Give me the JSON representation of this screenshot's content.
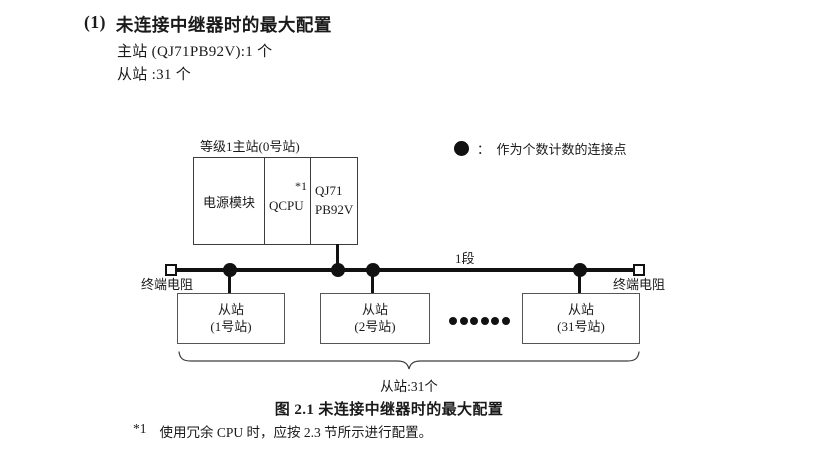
{
  "colors": {
    "ink": "#1a1a1a",
    "line": "#111111",
    "box_border": "#3c3c3c",
    "background": "#ffffff"
  },
  "heading": {
    "number": "(1)",
    "title": "未连接中继器时的最大配置"
  },
  "intro": {
    "master_line": "主站 (QJ71PB92V):1 个",
    "slave_line": "从站 :31 个"
  },
  "diagram": {
    "master_station": {
      "label": "等级1主站(0号站)",
      "modules": {
        "power": "电源模块",
        "cpu": "QCPU",
        "cpu_note": "*1",
        "network_line1": "QJ71",
        "network_line2": "PB92V"
      }
    },
    "legend": {
      "text": "：  作为个数计数的连接点"
    },
    "segment_label": "1段",
    "terminators": {
      "left": "终端电阻",
      "right": "终端电阻"
    },
    "slaves": [
      {
        "line1": "从站",
        "line2": "(1号站)"
      },
      {
        "line1": "从站",
        "line2": "(2号站)"
      },
      {
        "line1": "从站",
        "line2": "(31号站)"
      }
    ],
    "slave_count_label": "从站:31个"
  },
  "caption": "图 2.1 未连接中继器时的最大配置",
  "footnote": {
    "marker": "*1",
    "text": "使用冗余 CPU 时，应按 2.3 节所示进行配置。"
  }
}
